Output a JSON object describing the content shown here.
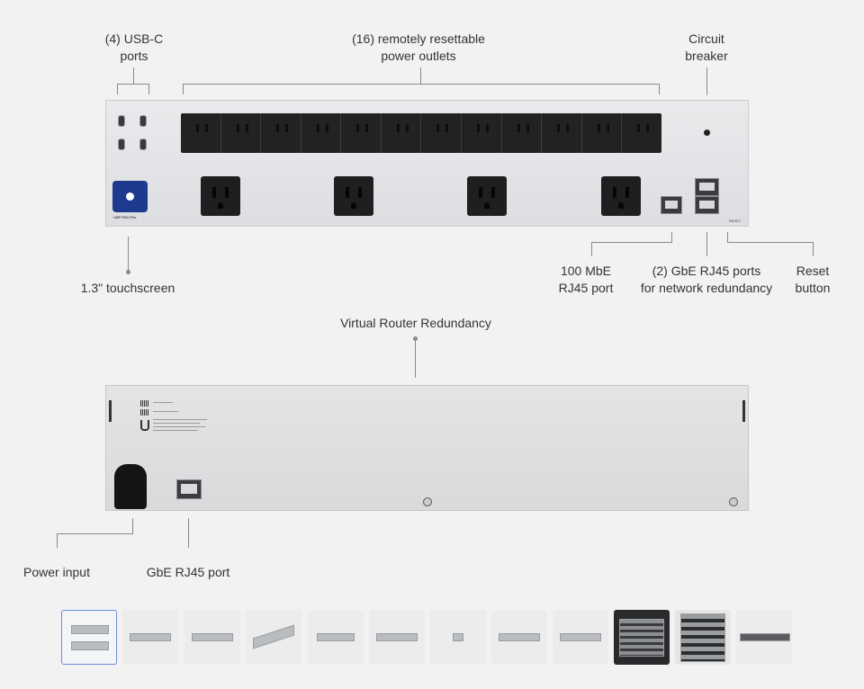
{
  "labels": {
    "usbc": [
      "(4) USB-C",
      "ports"
    ],
    "outlets": [
      "(16) remotely resettable",
      "power outlets"
    ],
    "breaker": [
      "Circuit",
      "breaker"
    ],
    "touchscreen": "1.3\" touchscreen",
    "mbe": [
      "100 MbE",
      "RJ45 port"
    ],
    "gbe_ports": [
      "(2) GbE RJ45 ports",
      "for network redundancy"
    ],
    "reset": [
      "Reset",
      "button"
    ],
    "vrr": "Virtual Router Redundancy",
    "power_input": "Power input",
    "gbe_port": "GbE RJ45 port"
  },
  "device": {
    "model_label": "USP PDU Pro",
    "reset_label": "RESET"
  },
  "thumbnails": [
    {
      "name": "thumb-front-back",
      "active": true
    },
    {
      "name": "thumb-angle-1",
      "active": false
    },
    {
      "name": "thumb-angle-2",
      "active": false
    },
    {
      "name": "thumb-perspective",
      "active": false
    },
    {
      "name": "thumb-front-3",
      "active": false
    },
    {
      "name": "thumb-front-4",
      "active": false
    },
    {
      "name": "thumb-side",
      "active": false
    },
    {
      "name": "thumb-top",
      "active": false
    },
    {
      "name": "thumb-back",
      "active": false
    },
    {
      "name": "thumb-rack-1",
      "active": false
    },
    {
      "name": "thumb-rack-2",
      "active": false
    },
    {
      "name": "thumb-rack-3",
      "active": false
    }
  ],
  "colors": {
    "background": "#f2f2f3",
    "active_thumb_border": "#6a8fd6",
    "touchscreen": "#1d3a8f"
  }
}
